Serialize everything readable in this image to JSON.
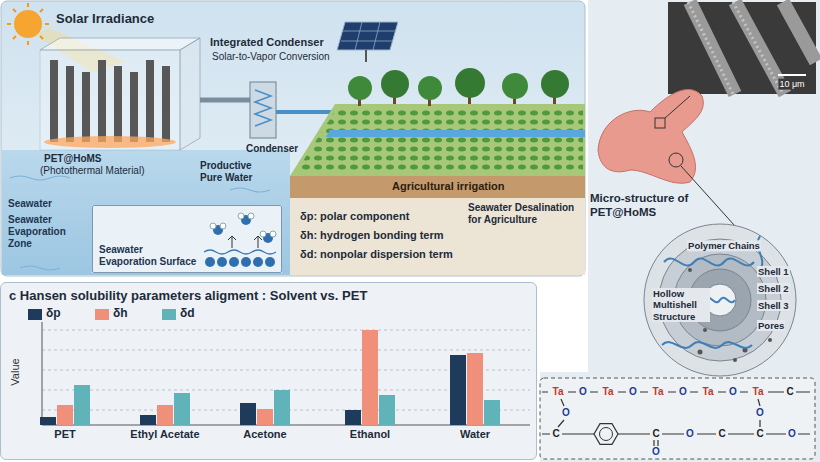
{
  "diagram": {
    "nodes": [
      {
        "text": [
          "c Hansen solubility parameters aligment : Solvent vs. PET"
        ]
      },
      {
        "text": [
          "Seawater Evaporation Surface"
        ]
      }
    ],
    "labels": [
      "Solar Irradiance",
      "Integrated Condenser",
      "Solar-to-Vapor Conversion",
      "PET@HoMS",
      "(Photothermal Material)",
      "Condenser",
      "Productive Pure Water",
      "Agricultural irrigation",
      "Seawater Desalination for Agriculture",
      "Seawater",
      "Seawater Evaporation Zone",
      "δp: polar component",
      "δh: hydrogen bonding term",
      "δd: nonpolar dispersion term",
      "Value",
      "PET",
      "Ethyl Acetate",
      "Acetone",
      "Ethanol",
      "Water",
      "10 μm",
      "Micro-structure of PET@HoMS",
      "Polymer Chains",
      "Hollow Multishell Structure",
      "Shell 1",
      "Shell 2",
      "Shell 3",
      "Pores",
      "Ta",
      "O",
      "Ta",
      "O",
      "Ta",
      "O",
      "Ta",
      "O",
      "Ta",
      "C",
      "O",
      "O",
      "C",
      "C",
      "O",
      "C",
      "C",
      "O",
      "O"
    ],
    "legend": [
      {
        "text": "δp",
        "color": "#1f3b5c"
      },
      {
        "text": "δh",
        "color": "#f0907a"
      },
      {
        "text": "δd",
        "color": "#5fb3b9"
      }
    ]
  }
}
